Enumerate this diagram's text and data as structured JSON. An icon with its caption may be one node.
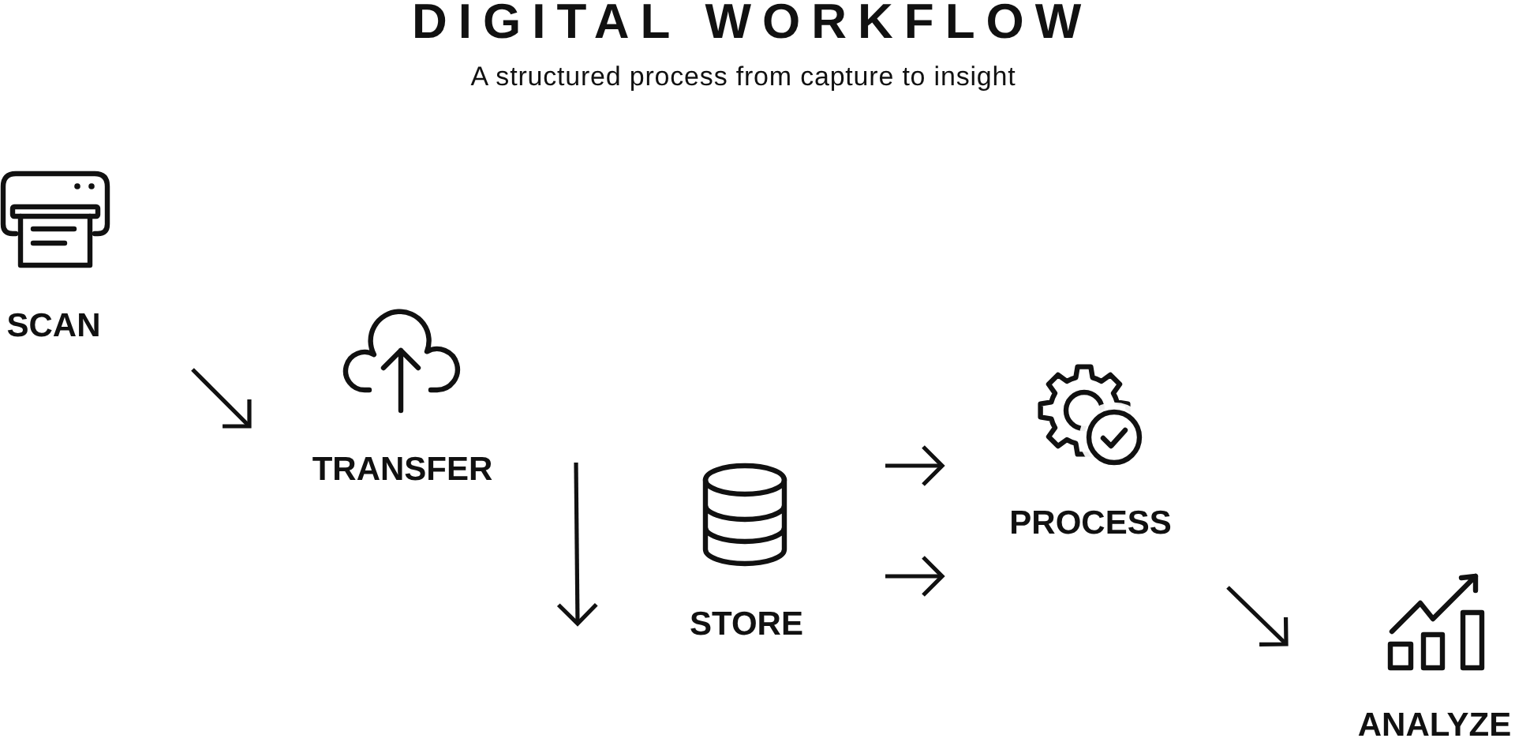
{
  "diagram": {
    "title": "DIGITAL WORKFLOW",
    "nodes": [
      {
        "text": [
          "SCAN"
        ]
      },
      {
        "text": [
          "TRANSFER"
        ]
      },
      {
        "text": [
          "STORE"
        ]
      },
      {
        "text": [
          "PROCESS"
        ]
      },
      {
        "text": [
          "ANALYZE"
        ]
      }
    ],
    "edges": [
      {
        "from": 0,
        "to": 1,
        "arrow": "to"
      },
      {
        "from": 1,
        "to": 2,
        "arrow": "to"
      },
      {
        "from": 2,
        "to": 3,
        "arrow": "to"
      },
      {
        "from": 2,
        "to": 3,
        "arrow": "to"
      },
      {
        "from": 3,
        "to": 4,
        "arrow": "to"
      }
    ],
    "labels": [
      "A structured process from capture to insight"
    ]
  }
}
